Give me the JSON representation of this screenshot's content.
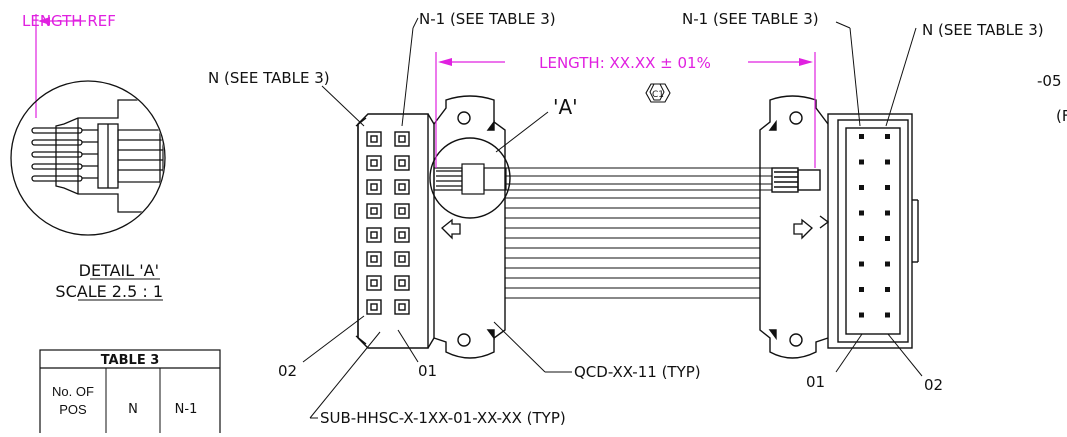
{
  "detail": {
    "length_ref": "LENGTH REF",
    "title": "DETAIL 'A'",
    "scale": "SCALE 2.5 : 1"
  },
  "callouts": {
    "n_left": "N (SEE TABLE 3)",
    "n1_left": "N-1 (SEE TABLE 3)",
    "n1_right": "N-1 (SEE TABLE 3)",
    "n_right": "N (SEE TABLE 3)",
    "detail_ref": "'A'",
    "rev": "C1",
    "pin02_left": "02",
    "pin01_left": "01",
    "pin01_right": "01",
    "pin02_right": "02",
    "qcd": "QCD-XX-11 (TYP)",
    "sub": "SUB-HHSC-X-1XX-01-XX-XX (TYP)"
  },
  "dimension": {
    "length": "LENGTH: XX.XX ± 01%"
  },
  "partial_right": {
    "line1": "-05",
    "line2": "(F"
  },
  "table3": {
    "title": "TABLE 3",
    "headers": [
      "No. OF POS",
      "N",
      "N-1"
    ]
  },
  "colors": {
    "line": "#111111",
    "dimension": "#e020e0"
  }
}
